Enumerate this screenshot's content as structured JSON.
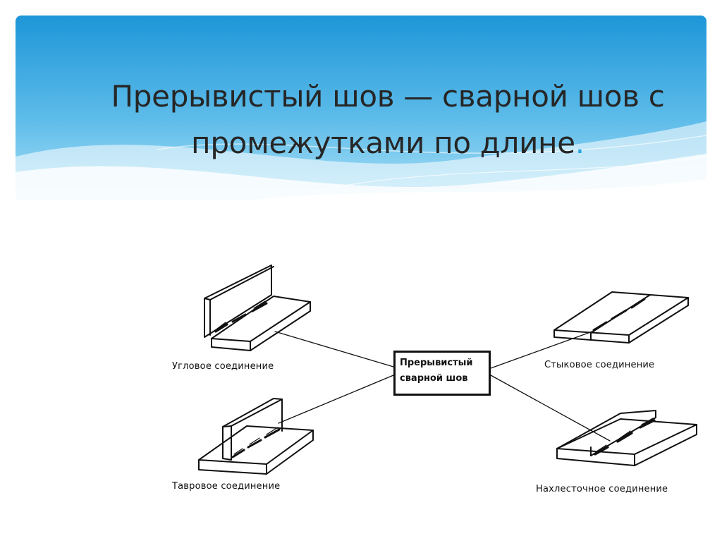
{
  "slide": {
    "title_main": "Прерывистый шов — сварной шов с промежутками по длине",
    "title_dot": "."
  },
  "diagram": {
    "center_line1": "Прерывистый",
    "center_line2": "сварной шов",
    "labels": {
      "corner": "Угловое соединение",
      "tee": "Тавровое соединение",
      "butt": "Стыковое соединение",
      "lap": "Нахлесточное соединение"
    }
  },
  "colors": {
    "banner_top": "#1e96d8",
    "banner_bottom": "#7fd0f2",
    "title_text": "#262626",
    "dot_accent": "#2aa7e0"
  }
}
